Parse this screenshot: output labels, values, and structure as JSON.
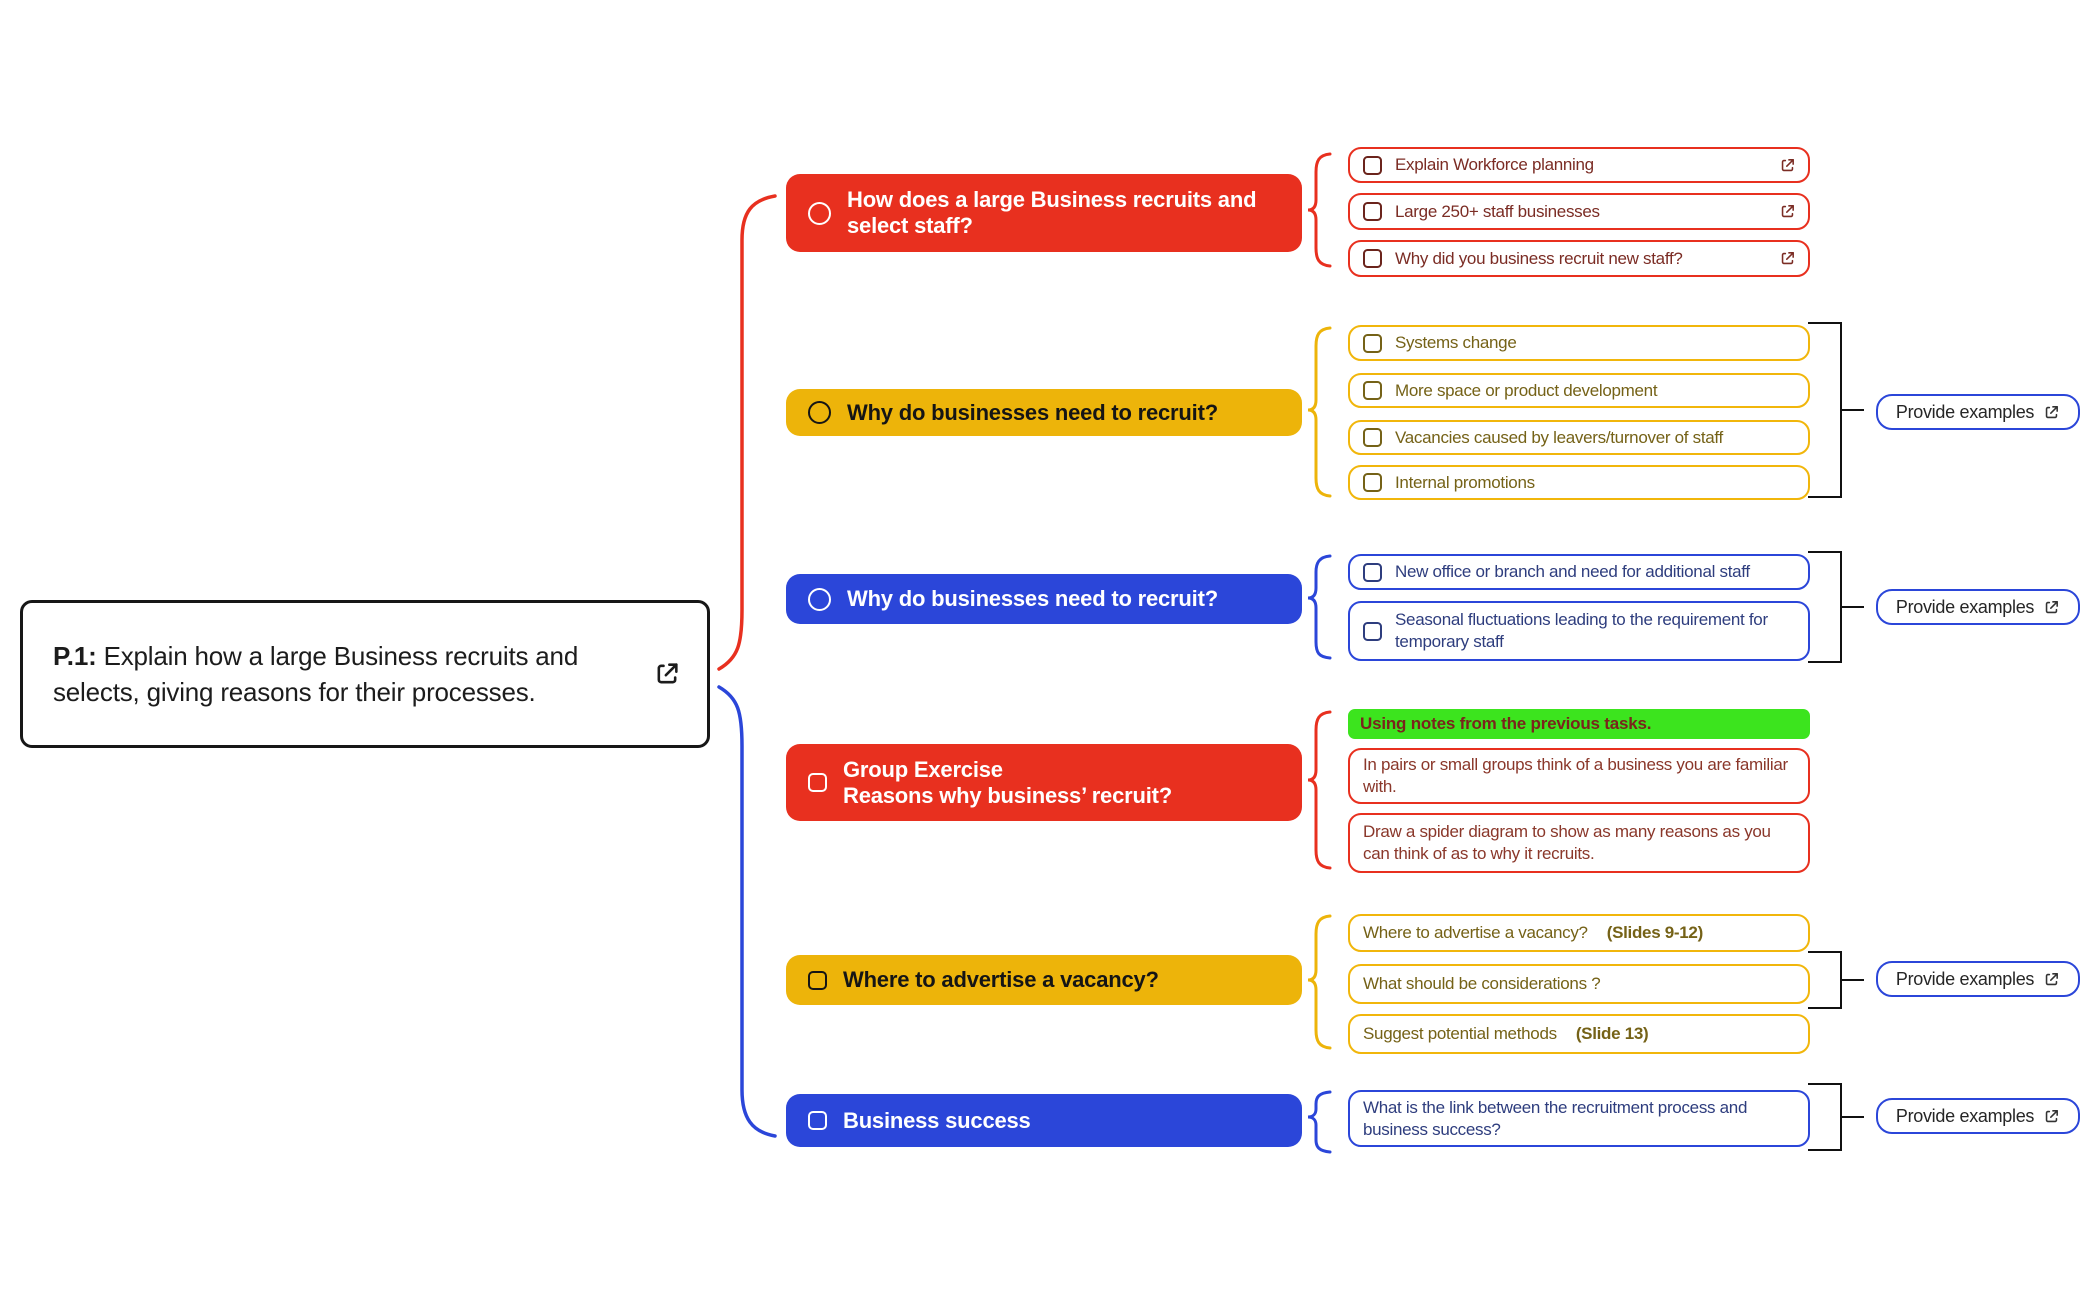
{
  "root": {
    "prefix": "P.1:",
    "text": "Explain how a large Business recruits and selects, giving reasons for their processes."
  },
  "provide_examples_label": "Provide examples",
  "branches": [
    {
      "label": "How does a large Business recruits and select staff?",
      "color": "#e8301f",
      "icon": "circle"
    },
    {
      "label": "Why do businesses need to recruit?",
      "color": "#edb40a",
      "icon": "circle"
    },
    {
      "label": "Why do businesses need to recruit?",
      "color": "#2b46d9",
      "icon": "circle"
    },
    {
      "label_line1": "Group Exercise",
      "label_line2": "Reasons why business’ recruit?",
      "color": "#e8301f",
      "icon": "square"
    },
    {
      "label": "Where to advertise a vacancy?",
      "color": "#edb40a",
      "icon": "square"
    },
    {
      "label": "Business success",
      "color": "#2b46d9",
      "icon": "square"
    }
  ],
  "children": {
    "group1": [
      "Explain Workforce planning",
      "Large 250+ staff businesses",
      "Why did you business recruit new staff?"
    ],
    "group2": [
      "Systems change",
      "More space or product development",
      "Vacancies caused by leavers/turnover of staff",
      "Internal promotions"
    ],
    "group3": [
      "New office or branch and need for additional staff",
      "Seasonal fluctuations leading to the requirement for temporary staff"
    ],
    "group4": {
      "highlight": "Using notes from the previous tasks.",
      "items": [
        "In pairs or small groups think of a business you are familiar with.",
        "Draw a spider diagram to show as many reasons as you can think of as to why it recruits."
      ]
    },
    "group5": [
      {
        "text": "Where to advertise a vacancy?",
        "bold": "(Slides 9-12)"
      },
      {
        "text": "What should be considerations ?",
        "bold": ""
      },
      {
        "text": "Suggest potential methods",
        "bold": "(Slide 13)"
      }
    ],
    "group6": [
      "What is the link between the recruitment process and business success?"
    ]
  },
  "colors": {
    "red": "#e8301f",
    "gold": "#edb40a",
    "blue": "#2b46d9",
    "green": "#3ce41e",
    "black": "#111111"
  }
}
